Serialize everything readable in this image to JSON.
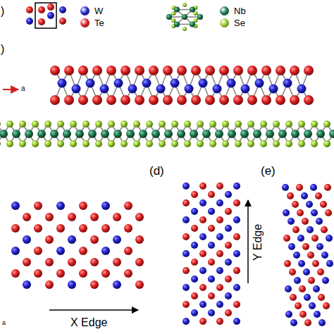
{
  "diagram": {
    "labels": [
      ")",
      ")",
      "a",
      "(d)",
      "Y Edge",
      "(e)",
      "X Edge",
      "a"
    ],
    "legend": [
      {
        "text": "W",
        "color": "#2424d0"
      },
      {
        "text": "Te",
        "color": "#e02424"
      },
      {
        "text": "Nb",
        "color": "#1f7a4f"
      },
      {
        "text": "Se",
        "color": "#9acd32"
      }
    ]
  }
}
